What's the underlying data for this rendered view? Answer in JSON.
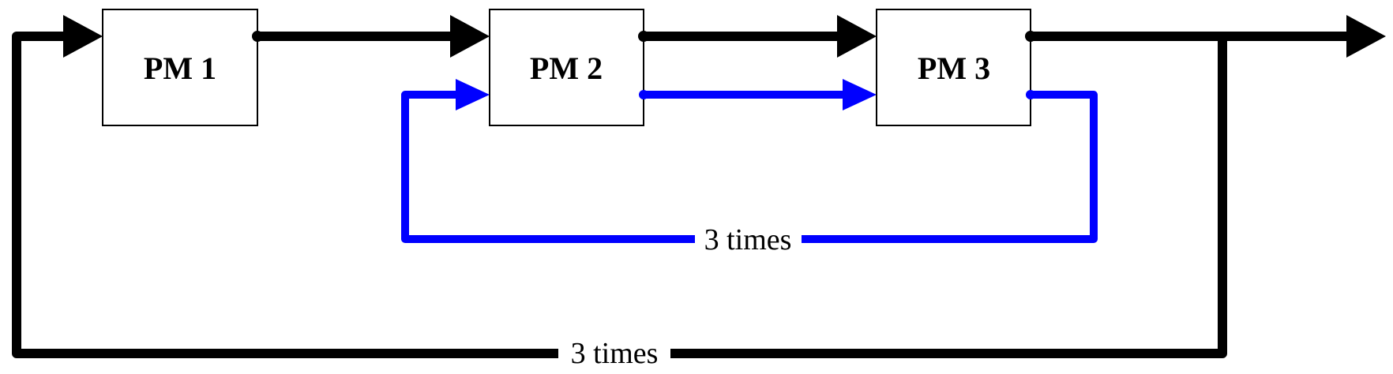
{
  "diagram": {
    "blocks": [
      {
        "id": "pm1",
        "label": "PM 1"
      },
      {
        "id": "pm2",
        "label": "PM 2"
      },
      {
        "id": "pm3",
        "label": "PM 3"
      }
    ],
    "inner_loop": {
      "label": "3 times",
      "color": "#0000ff"
    },
    "outer_loop": {
      "label": "3 times",
      "color": "#000000"
    }
  }
}
